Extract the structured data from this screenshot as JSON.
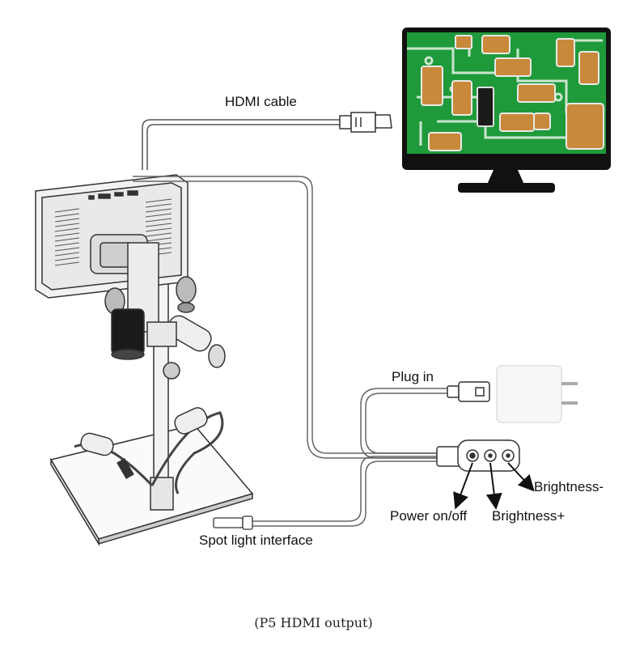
{
  "labels": {
    "hdmi_cable": "HDMI cable",
    "plug_in": "Plug in",
    "brightness_minus": "Brightness-",
    "power_on_off": "Power on/off",
    "brightness_plus": "Brightness+",
    "spot_light_interface": "Spot light interface"
  },
  "caption": "(P5 HDMI output)",
  "colors": {
    "line": "#555555",
    "cable": "#8a8a8a",
    "monitor_frame": "#111111",
    "pcb_green": "#1f9a3a",
    "component_tan": "#c8893a",
    "device_body": "#f4f4f4"
  }
}
